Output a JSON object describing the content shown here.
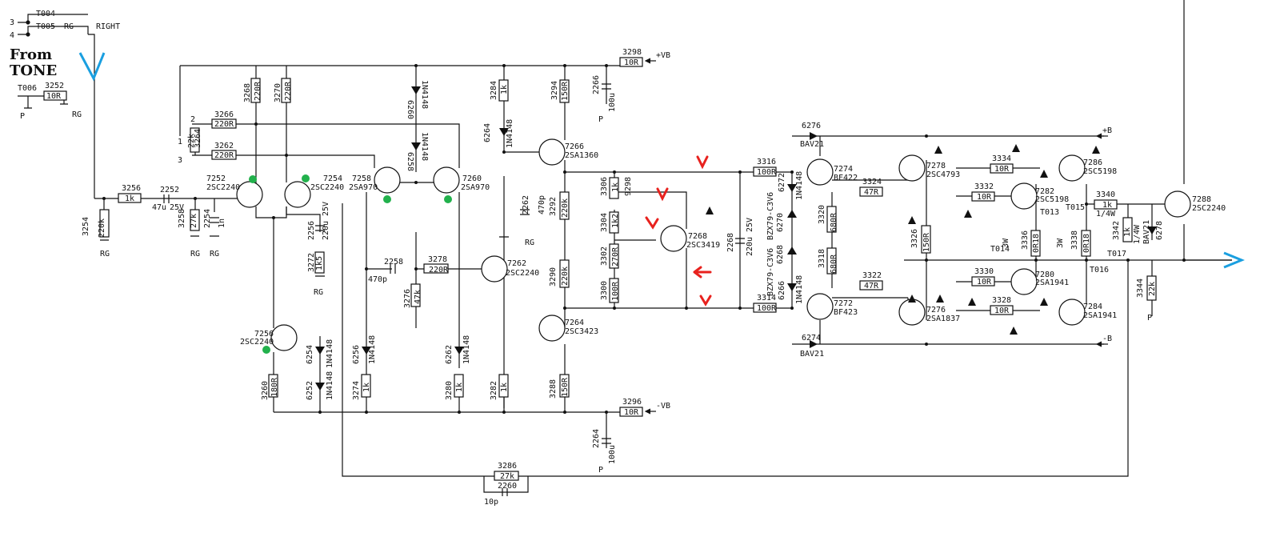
{
  "colors": {
    "wire": "#111111",
    "green_marker": "#22b14c",
    "red_arrow": "#e8221e",
    "blue_mark": "#1a9fe0"
  },
  "labels": {
    "t004": "T004",
    "t005": "T005",
    "t006": "T006",
    "t013": "T013",
    "t014": "T014",
    "t015": "T015",
    "t016": "T016",
    "t017": "T017",
    "pin3": "3",
    "pin4": "4",
    "pin1": "1",
    "pin2": "2",
    "pin3b": "3",
    "rg": "RG",
    "right": "RIGHT",
    "from": "From",
    "tone": "TONE",
    "p": "P",
    "vb_plus": "+VB",
    "vb_minus": "-VB",
    "b_plus": "+B",
    "b_minus": "-B"
  },
  "resistors": {
    "r3252": {
      "ref": "3252",
      "val": "10R"
    },
    "r3254": {
      "ref": "3254",
      "val": "220k"
    },
    "r3256": {
      "ref": "3256",
      "val": "1k"
    },
    "r3258": {
      "ref": "3258",
      "val": "27k"
    },
    "r3260": {
      "ref": "3260",
      "val": "180R"
    },
    "r3262": {
      "ref": "3262",
      "val": "220R"
    },
    "r3264": {
      "ref": "3264",
      "val": "22k"
    },
    "r3266": {
      "ref": "3266",
      "val": "220R"
    },
    "r3268": {
      "ref": "3268",
      "val": "220R"
    },
    "r3270": {
      "ref": "3270",
      "val": "220R"
    },
    "r3272": {
      "ref": "3272",
      "val": "1k5"
    },
    "r3274": {
      "ref": "3274",
      "val": "1k"
    },
    "r3276": {
      "ref": "3276",
      "val": "47k"
    },
    "r3278": {
      "ref": "3278",
      "val": "220R"
    },
    "r3280": {
      "ref": "3280",
      "val": "1k"
    },
    "r3282": {
      "ref": "3282",
      "val": "1k"
    },
    "r3284": {
      "ref": "3284",
      "val": "1k"
    },
    "r3286": {
      "ref": "3286",
      "val": "27k"
    },
    "r3288": {
      "ref": "3288",
      "val": "150R"
    },
    "r3290": {
      "ref": "3290",
      "val": "220k"
    },
    "r3292": {
      "ref": "3292",
      "val": "220k"
    },
    "r3294": {
      "ref": "3294",
      "val": "150R"
    },
    "r3296": {
      "ref": "3296",
      "val": "10R"
    },
    "r3298": {
      "ref": "3298",
      "val": "10R"
    },
    "r3300": {
      "ref": "3300",
      "val": "100R"
    },
    "r3302": {
      "ref": "3302",
      "val": "270R"
    },
    "r3304": {
      "ref": "3304",
      "val": "1k2"
    },
    "r3306": {
      "ref": "3306",
      "val": "1k"
    },
    "r3314": {
      "ref": "3314",
      "val": "100R"
    },
    "r3316": {
      "ref": "3316",
      "val": "100R"
    },
    "r3318": {
      "ref": "3318",
      "val": "680R"
    },
    "r3320": {
      "ref": "3320",
      "val": "680R"
    },
    "r3322": {
      "ref": "3322",
      "val": "47R"
    },
    "r3324": {
      "ref": "3324",
      "val": "47R"
    },
    "r3326": {
      "ref": "3326",
      "val": "150R"
    },
    "r3328": {
      "ref": "3328",
      "val": "10R"
    },
    "r3330": {
      "ref": "3330",
      "val": "10R"
    },
    "r3332": {
      "ref": "3332",
      "val": "10R"
    },
    "r3334": {
      "ref": "3334",
      "val": "10R"
    },
    "r3336": {
      "ref": "3336",
      "val": "0R18",
      "watt": "3W"
    },
    "r3338": {
      "ref": "3338",
      "val": "0R18",
      "watt": "3W"
    },
    "r3340": {
      "ref": "3340",
      "val": "1k",
      "watt": "1/4W"
    },
    "r3342": {
      "ref": "3342",
      "val": "1k",
      "watt": "1/4W"
    },
    "r3344": {
      "ref": "3344",
      "val": "22k"
    },
    "r9298": {
      "ref": "9298"
    }
  },
  "capacitors": {
    "c2252": {
      "ref": "2252",
      "val": "47u",
      "volt": "25V"
    },
    "c2254": {
      "ref": "2254",
      "val": "1n"
    },
    "c2256": {
      "ref": "2256",
      "val": "220u",
      "volt": "25V"
    },
    "c2258": {
      "ref": "2258",
      "val": "470p"
    },
    "c2260": {
      "ref": "2260",
      "val": "10p"
    },
    "c2262": {
      "ref": "2262",
      "val": "470p"
    },
    "c2264": {
      "ref": "2264",
      "val": "100u"
    },
    "c2266": {
      "ref": "2266",
      "val": "100u"
    },
    "c2268": {
      "ref": "2268",
      "val": "220u",
      "volt": "25V"
    }
  },
  "diodes": {
    "d6252": {
      "ref": "6252",
      "val": "1N4148"
    },
    "d6254": {
      "ref": "6254",
      "val": "1N4148"
    },
    "d6256": {
      "ref": "6256",
      "val": "1N4148"
    },
    "d6258": {
      "ref": "6258",
      "val": "1N4148"
    },
    "d6260": {
      "ref": "6260",
      "val": "1N4148"
    },
    "d6262": {
      "ref": "6262",
      "val": "1N4148"
    },
    "d6264": {
      "ref": "6264",
      "val": "1N4148"
    },
    "d6266": {
      "ref": "6266",
      "val": "1N4148"
    },
    "d6268": {
      "ref": "6268",
      "val": "BZX79-C3V6"
    },
    "d6270": {
      "ref": "6270",
      "val": "BZX79-C3V6"
    },
    "d6272": {
      "ref": "6272",
      "val": "1N4148"
    },
    "d6274": {
      "ref": "6274",
      "val": "BAV21"
    },
    "d6276": {
      "ref": "6276",
      "val": "BAV21"
    },
    "d6278": {
      "ref": "6278",
      "val": "BAV21"
    }
  },
  "transistors": {
    "q7252": {
      "ref": "7252",
      "val": "2SC2240"
    },
    "q7254": {
      "ref": "7254",
      "val": "2SC2240"
    },
    "q7256": {
      "ref": "7256",
      "val": "2SC2240"
    },
    "q7258": {
      "ref": "7258",
      "val": "2SA970"
    },
    "q7260": {
      "ref": "7260",
      "val": "2SA970"
    },
    "q7262": {
      "ref": "7262",
      "val": "2SC2240"
    },
    "q7264": {
      "ref": "7264",
      "val": "2SC3423"
    },
    "q7266": {
      "ref": "7266",
      "val": "2SA1360"
    },
    "q7268": {
      "ref": "7268",
      "val": "2SC3419"
    },
    "q7272": {
      "ref": "7272",
      "val": "BF423"
    },
    "q7274": {
      "ref": "7274",
      "val": "BF422"
    },
    "q7276": {
      "ref": "7276",
      "val": "2SA1837"
    },
    "q7278": {
      "ref": "7278",
      "val": "2SC4793"
    },
    "q7280": {
      "ref": "7280",
      "val": "2SA1941"
    },
    "q7282": {
      "ref": "7282",
      "val": "2SC5198"
    },
    "q7284": {
      "ref": "7284",
      "val": "2SA1941"
    },
    "q7286": {
      "ref": "7286",
      "val": "2SC5198"
    },
    "q7288": {
      "ref": "7288",
      "val": "2SC2240"
    }
  },
  "warnings": {
    "symbol": "!"
  }
}
